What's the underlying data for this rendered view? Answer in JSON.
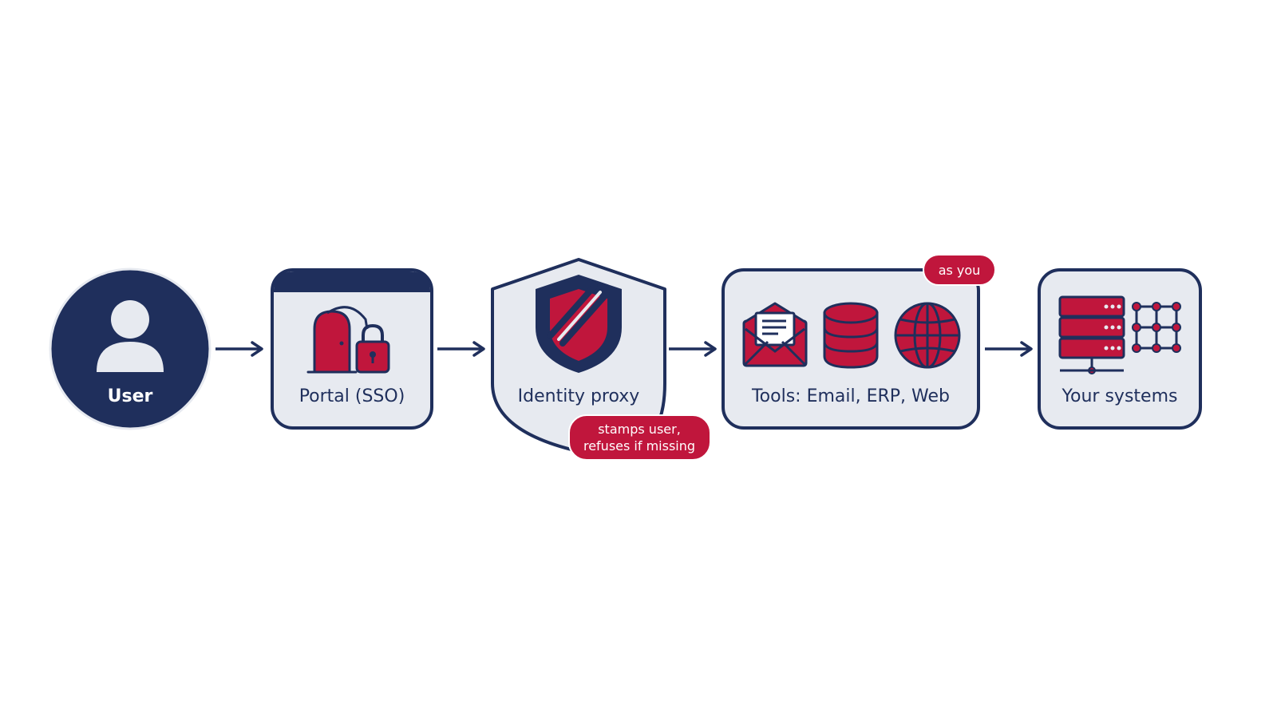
{
  "colors": {
    "navy": "#1f2f5c",
    "crimson": "#c0163c",
    "panel": "#e7eaf0",
    "white": "#ffffff"
  },
  "nodes": [
    {
      "id": "user",
      "label": "User",
      "icon": "person-icon"
    },
    {
      "id": "portal",
      "label": "Portal (SSO)",
      "icon": "door-lock-icon"
    },
    {
      "id": "proxy",
      "label": "Identity proxy",
      "icon": "shield-icon"
    },
    {
      "id": "tools",
      "label": "Tools: Email, ERP, Web",
      "icons": [
        "envelope-icon",
        "database-icon",
        "globe-icon"
      ]
    },
    {
      "id": "systems",
      "label": "Your systems",
      "icons": [
        "server-rack-icon",
        "network-grid-icon"
      ]
    }
  ],
  "callouts": {
    "proxy_note_line1": "stamps user,",
    "proxy_note_line2": "refuses if missing",
    "tools_note": "as you"
  }
}
